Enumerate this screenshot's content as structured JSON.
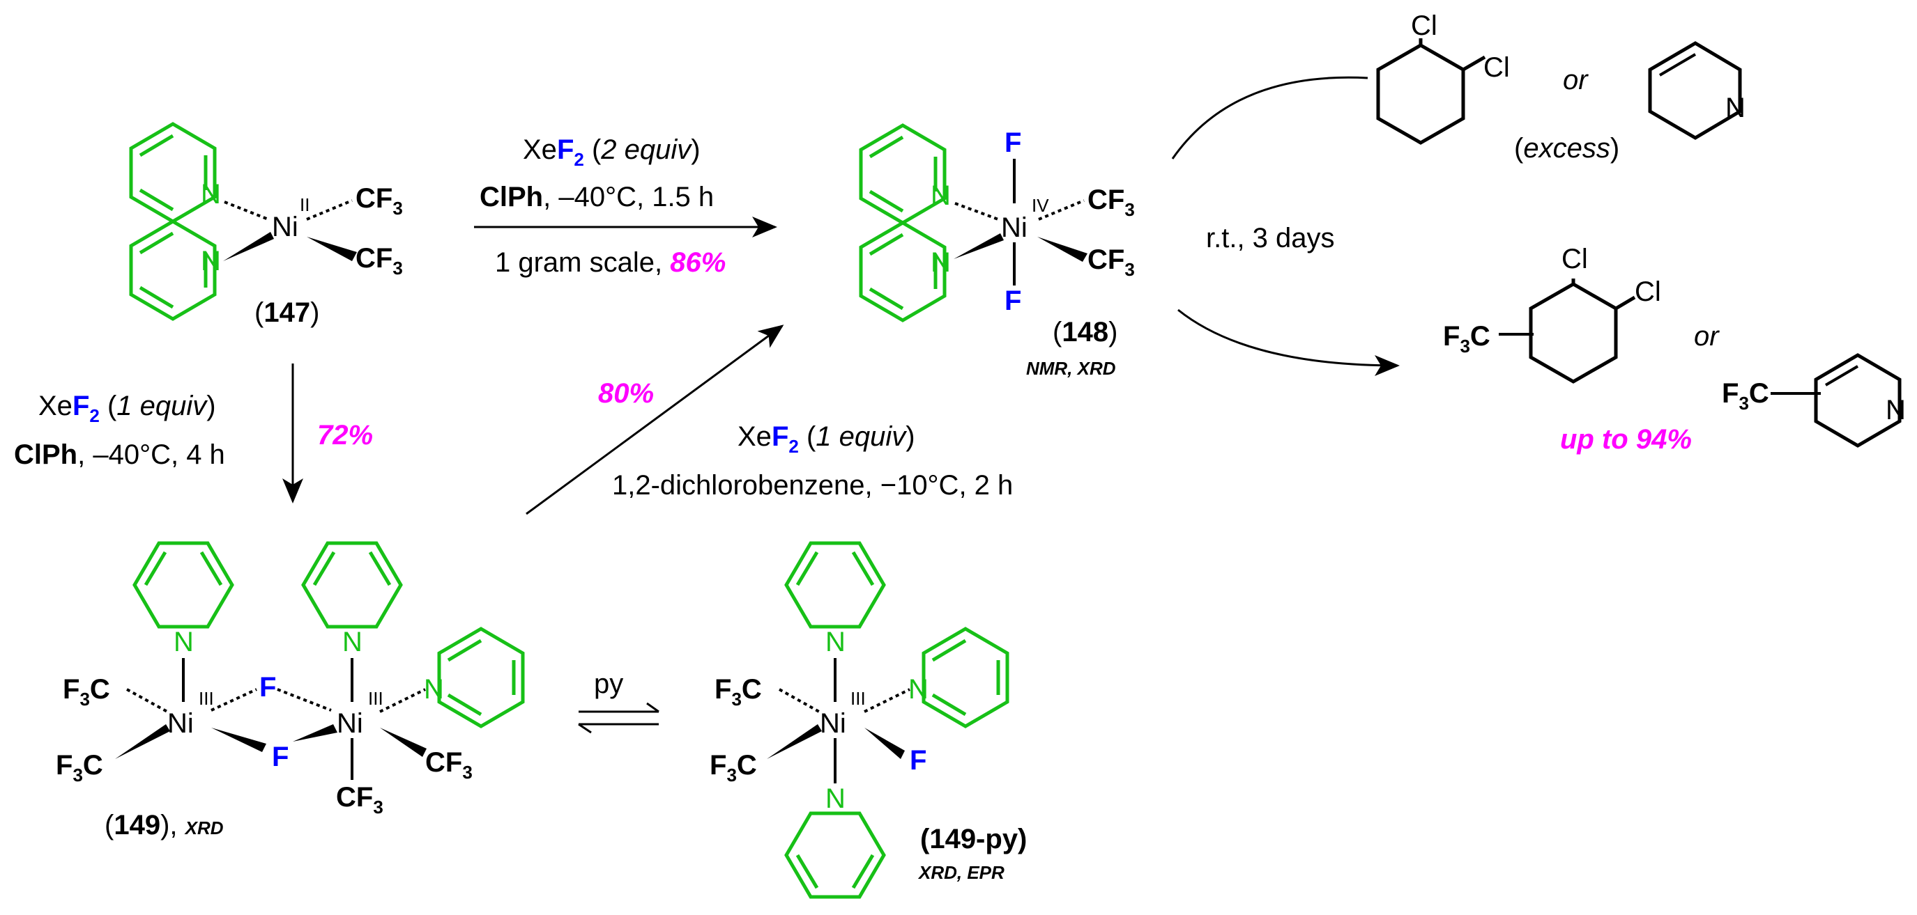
{
  "compounds": {
    "c147": {
      "label_open": "(",
      "label_num": "147",
      "label_close": ")",
      "metal": "Ni",
      "ox": "II",
      "group": "CF"
    },
    "c148": {
      "label_open": "(",
      "label_num": "148",
      "label_close": ")",
      "metal": "Ni",
      "ox": "IV",
      "group": "CF",
      "fluorine": "F",
      "characterization": "NMR, XRD"
    },
    "c149": {
      "label_open": "(",
      "label_num": "149",
      "label_close": "), ",
      "metal": "Ni",
      "ox": "III",
      "fluorine": "F",
      "group": "CF",
      "f3c": "F",
      "c": "C",
      "characterization": "XRD"
    },
    "c149py": {
      "label": "(149-py)",
      "metal": "Ni",
      "ox": "III",
      "fluorine": "F",
      "f3c": "F",
      "c": "C",
      "characterization": "XRD, EPR"
    }
  },
  "ring_atom": "N",
  "sub_3": "3",
  "sub_2": "2",
  "reagent_xe": "Xe",
  "reagent_f": "F",
  "arrow_top": {
    "equiv_open": "(",
    "equiv": "2 equiv",
    "equiv_close": ")",
    "solvent": "ClPh",
    "conditions": ", –40°C, 1.5 h",
    "scale": "1 gram scale, ",
    "yield": "86%"
  },
  "arrow_down": {
    "equiv_open": "(",
    "equiv": "1 equiv",
    "equiv_close": ")",
    "solvent": "ClPh",
    "conditions": ", –40°C, 4 h",
    "yield": "72%"
  },
  "arrow_diag": {
    "yield": "80%",
    "equiv_open": "(",
    "equiv": "1 equiv",
    "equiv_close": ")",
    "conditions": "1,2-dichlorobenzene, −10°C, 2 h"
  },
  "arrow_equilibrium": {
    "reagent": "py"
  },
  "right_side": {
    "conditions": "r.t., 3 days",
    "or": "or",
    "excess_open": "(",
    "excess": "excess",
    "excess_close": ")",
    "cl": "Cl",
    "f3c_f": "F",
    "f3c_c": "C",
    "yield": "up to 94%"
  },
  "colors": {
    "pyridine": "#17c017",
    "fluorine": "#0000ff",
    "yield": "#ff00ff",
    "ink": "#000000"
  }
}
